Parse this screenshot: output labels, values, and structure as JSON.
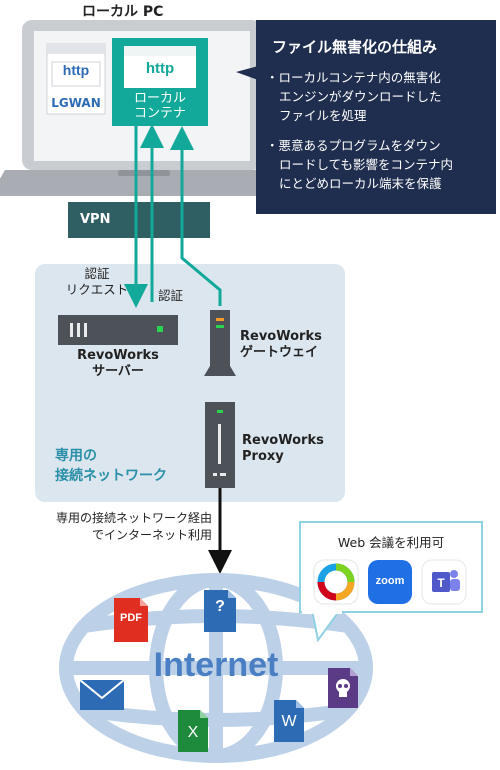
{
  "laptop": {
    "title": "ローカル PC"
  },
  "window_left": {
    "http": "http",
    "label": "LGWAN"
  },
  "window_right": {
    "http": "http",
    "label_line1": "ローカル",
    "label_line2": "コンテナ"
  },
  "callout": {
    "title": "ファイル無害化の仕組み",
    "bullets": [
      {
        "lines": [
          "・ローカルコンテナ内の無害化",
          "エンジンがダウンロードした",
          "ファイルを処理"
        ]
      },
      {
        "lines": [
          "・悪意あるプログラムをダウン",
          "ロードしても影響をコンテナ内",
          "にとどめローカル端末を保護"
        ]
      }
    ]
  },
  "vpn": {
    "label": "VPN"
  },
  "network": {
    "auth_request_line1": "認証",
    "auth_request_line2": "リクエスト",
    "auth": "認証",
    "server_line1": "RevoWorks",
    "server_line2": "サーバー",
    "gateway_line1": "RevoWorks",
    "gateway_line2": "ゲートウェイ",
    "proxy_line1": "RevoWorks",
    "proxy_line2": "Proxy",
    "area_line1": "専用の",
    "area_line2": "接続ネットワーク"
  },
  "route": {
    "line1": "専用の接続ネットワーク経由",
    "line2": "でインターネット利用"
  },
  "web_meeting": {
    "title": "Web 会議を利用可",
    "apps": [
      "webex-icon",
      "zoom",
      "teams-icon"
    ]
  },
  "internet": {
    "label": "Internet",
    "icons": [
      "PDF",
      "?",
      "X",
      "W"
    ]
  },
  "colors": {
    "teal": "#12a99a",
    "navy": "#1f2d4e",
    "dark_teal": "#2f5f63",
    "globe": "#bcd0e8",
    "area": "#dce6ee"
  }
}
